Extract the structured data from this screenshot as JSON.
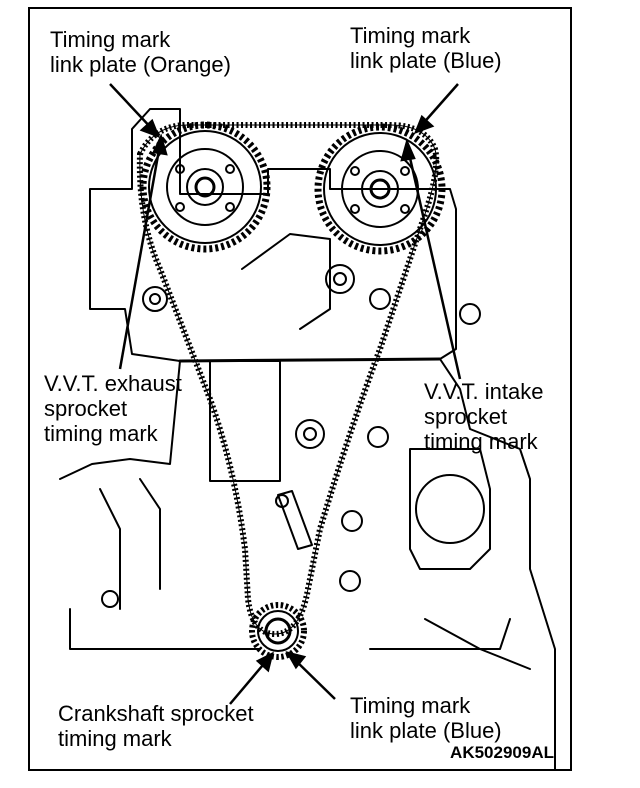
{
  "labels": {
    "tm_orange": [
      "Timing mark",
      "link plate (Orange)"
    ],
    "tm_blue_top": [
      "Timing mark",
      "link plate (Blue)"
    ],
    "vvt_exhaust": [
      "V.V.T. exhaust",
      "sprocket",
      "timing mark"
    ],
    "vvt_intake": [
      "V.V.T. intake",
      "sprocket",
      "timing mark"
    ],
    "crank": [
      "Crankshaft sprocket",
      "timing mark"
    ],
    "tm_blue_bottom": [
      "Timing mark",
      "link plate (Blue)"
    ]
  },
  "figure_code": "AK502909AL"
}
